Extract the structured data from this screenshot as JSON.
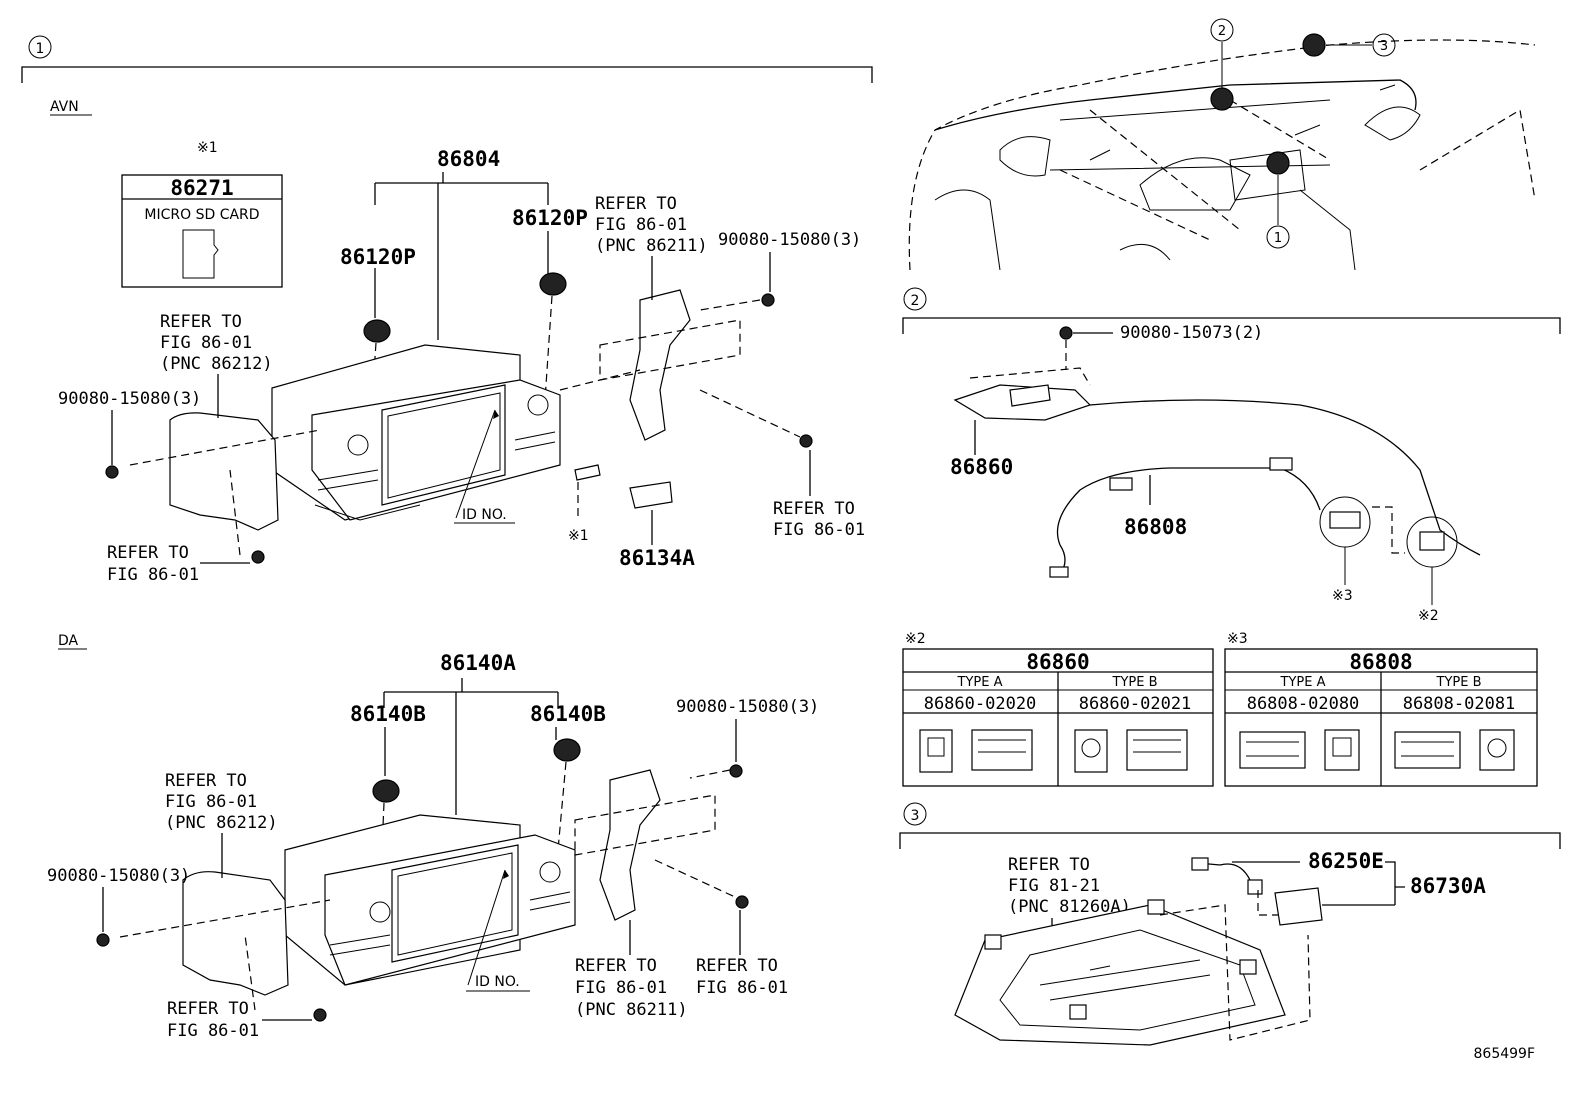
{
  "sections": {
    "s1": {
      "num": "1"
    },
    "s2": {
      "num": "2"
    },
    "s3": {
      "num": "3"
    }
  },
  "avn": {
    "title": "AVN",
    "note_mark": "※1",
    "sd_part": "86271",
    "sd_label": "MICRO SD CARD",
    "main_part": "86804",
    "knob_left": "86120P",
    "knob_right": "86120P",
    "refer_right_1": "REFER TO",
    "refer_right_2": "FIG 86-01",
    "refer_right_3": "(PNC 86211)",
    "screw_right": "90080-15080(3)",
    "refer_left_1": "REFER TO",
    "refer_left_2": "FIG 86-01",
    "refer_left_3": "(PNC 86212)",
    "screw_left": "90080-15080(3)",
    "refer_bl_1": "REFER TO",
    "refer_bl_2": "FIG 86-01",
    "refer_br_1": "REFER TO",
    "refer_br_2": "FIG 86-01",
    "id_no": "ID NO.",
    "card_mark": "※1",
    "cover_part": "86134A"
  },
  "da": {
    "title": "DA",
    "main_part": "86140A",
    "knob_left": "86140B",
    "knob_right": "86140B",
    "screw_right": "90080-15080(3)",
    "refer_left_1": "REFER TO",
    "refer_left_2": "FIG 86-01",
    "refer_left_3": "(PNC 86212)",
    "screw_left": "90080-15080(3)",
    "refer_bl_1": "REFER TO",
    "refer_bl_2": "FIG 86-01",
    "refer_bm_1": "REFER TO",
    "refer_bm_2": "FIG 86-01",
    "refer_bm_3": "(PNC 86211)",
    "refer_br_1": "REFER TO",
    "refer_br_2": "FIG 86-01",
    "id_no": "ID NO."
  },
  "dash": {
    "c1": "1",
    "c2": "2",
    "c3": "3"
  },
  "sec2": {
    "screw": "90080-15073(2)",
    "part_a": "86860",
    "part_b": "86808",
    "mark3": "※3",
    "mark2": "※2"
  },
  "table1": {
    "mark": "※2",
    "header": "86860",
    "type_a": "TYPE A",
    "type_b": "TYPE B",
    "pn_a": "86860-02020",
    "pn_b": "86860-02021"
  },
  "table2": {
    "mark": "※3",
    "header": "86808",
    "type_a": "TYPE A",
    "type_b": "TYPE B",
    "pn_a": "86808-02080",
    "pn_b": "86808-02081"
  },
  "sec3": {
    "refer_1": "REFER TO",
    "refer_2": "FIG 81-21",
    "refer_3": "(PNC 81260A)",
    "part_a": "86250E",
    "part_b": "86730A"
  },
  "figure_id": "865499F"
}
